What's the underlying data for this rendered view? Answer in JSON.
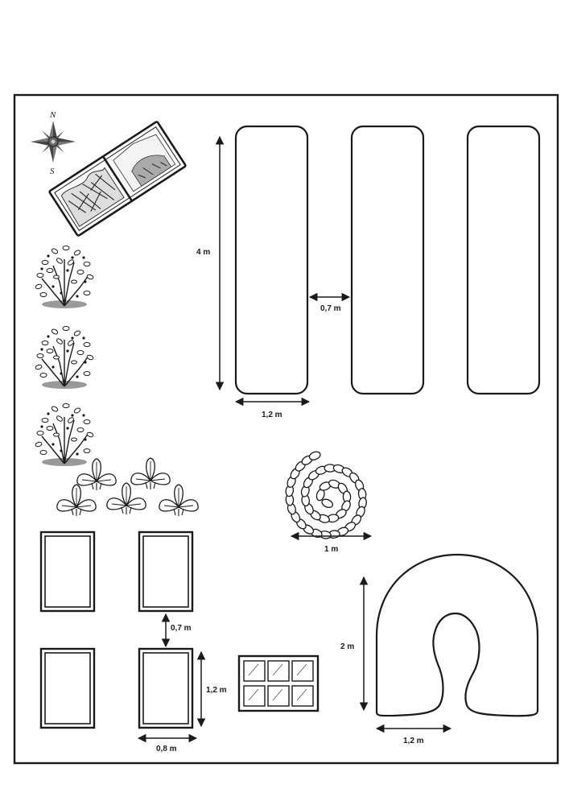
{
  "compass": {
    "north": "N",
    "south": "S"
  },
  "dimensions": {
    "bed_length": "4 m",
    "bed_gap": "0,7 m",
    "bed_width": "1,2 m",
    "spiral_width": "1 m",
    "horseshoe_height": "2 m",
    "horseshoe_width": "1,2 m",
    "box_gap": "0,7 m",
    "box_height": "1,2 m",
    "box_width": "0,8 m"
  },
  "icons": {
    "compass": "compass-rose-icon",
    "compost": "compost-bin-icon",
    "shrub": "shrub-icon",
    "plant": "leafy-plant-icon",
    "spiral": "herb-spiral-icon",
    "seed_tray": "seed-tray-icon"
  },
  "colors": {
    "ink": "#1a1a1a",
    "paper": "#ffffff"
  }
}
